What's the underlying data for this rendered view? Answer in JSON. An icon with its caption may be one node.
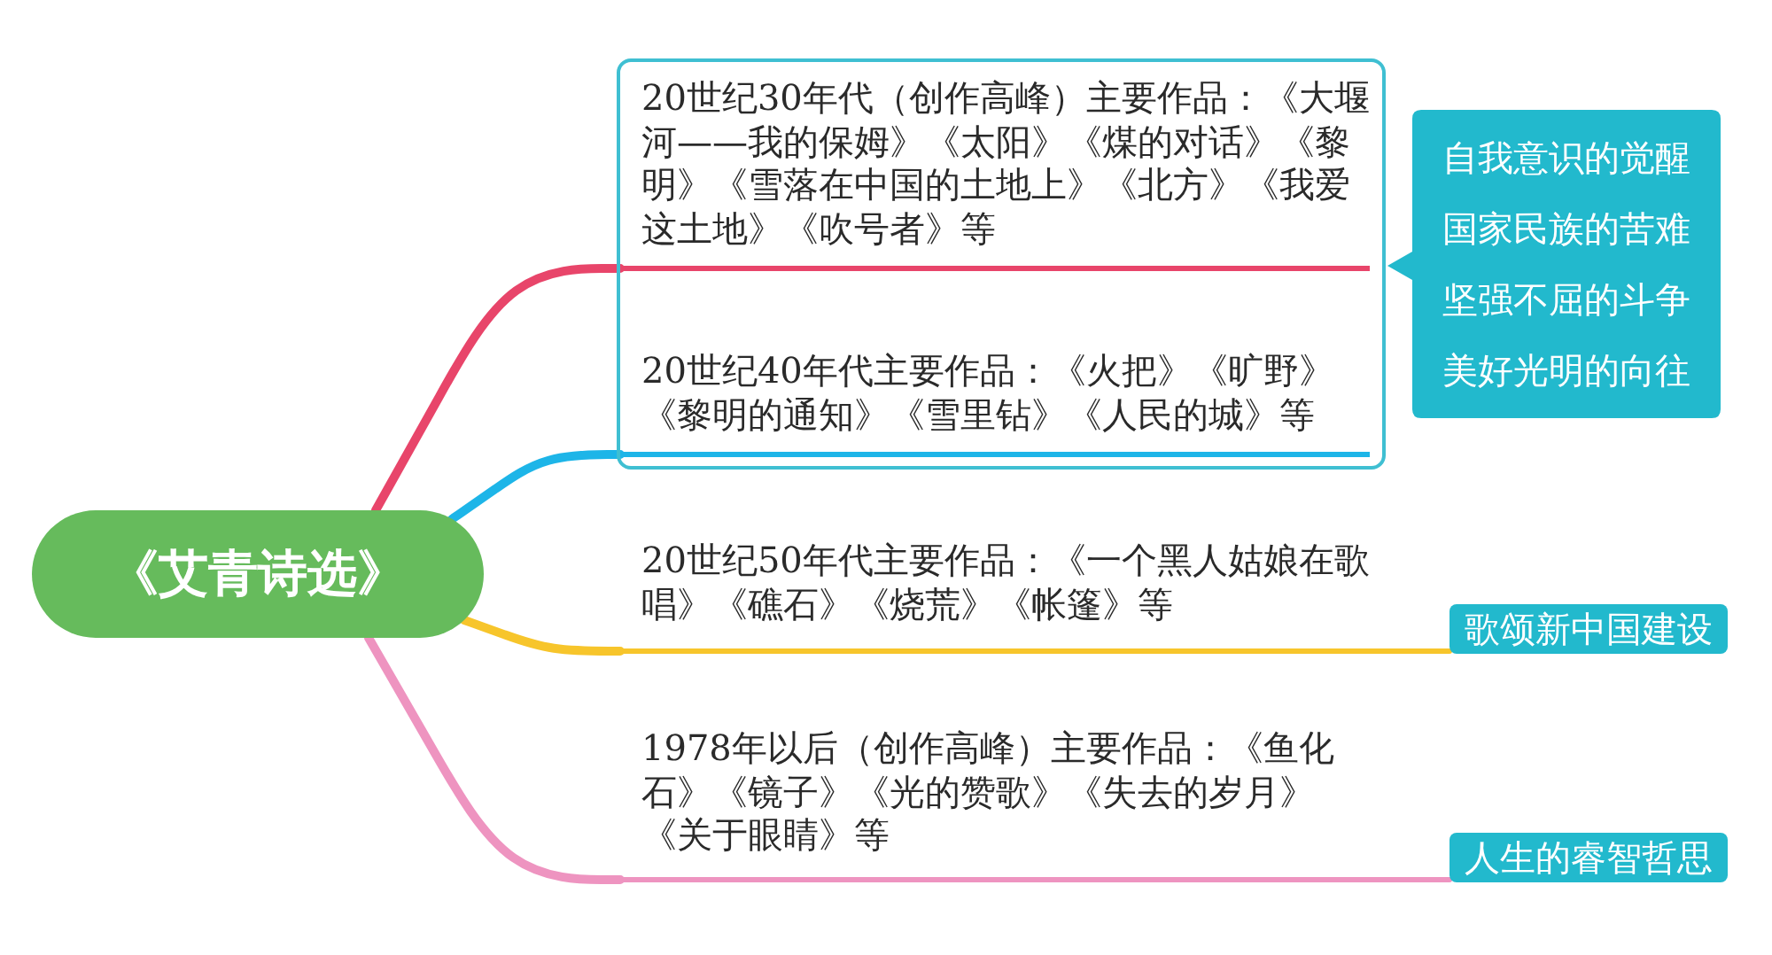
{
  "diagram": {
    "nodes": [
      {
        "text": [
          "《艾青诗选》"
        ]
      },
      {
        "text": [],
        "shape": "box"
      },
      {
        "text": [
          "20世纪30年代（创作高峰）主要作品：《大堰河——我的保姆》《太阳》《煤的对话》《黎明》《雪落在中国的土地上》《北方》《我爱这土地》《吹号者》等"
        ],
        "in": 1
      },
      {
        "text": [
          "20世纪40年代主要作品：《火把》《旷野》《黎明的通知》《雪里钻》《人民的城》等"
        ],
        "in": 1
      },
      {
        "text": [
          "20世纪50年代主要作品：《一个黑人姑娘在歌唱》《礁石》《烧荒》《帐篷》等"
        ]
      },
      {
        "text": [
          "1978年以后（创作高峰）主要作品：《鱼化石》《镜子》《光的赞歌》《失去的岁月》《关于眼睛》等"
        ]
      },
      {
        "text": [
          "自我意识的觉醒",
          "国家民族的苦难",
          "坚强不屈的斗争",
          "美好光明的向往"
        ]
      },
      {
        "text": [
          "歌颂新中国建设"
        ]
      },
      {
        "text": [
          "人生的睿智哲思"
        ]
      }
    ],
    "edges": [
      {
        "from": 0,
        "to": 2,
        "arrow": "none",
        "color": "#e8456a"
      },
      {
        "from": 0,
        "to": 3,
        "arrow": "none",
        "color": "#1db5e8"
      },
      {
        "from": 0,
        "to": 4,
        "arrow": "none",
        "color": "#f7c52b"
      },
      {
        "from": 0,
        "to": 5,
        "arrow": "none",
        "color": "#ee94c0"
      },
      {
        "from": 4,
        "to": 7,
        "arrow": "none",
        "color": "#f7c52b"
      },
      {
        "from": 5,
        "to": 8,
        "arrow": "none",
        "color": "#ee94c0"
      }
    ]
  }
}
